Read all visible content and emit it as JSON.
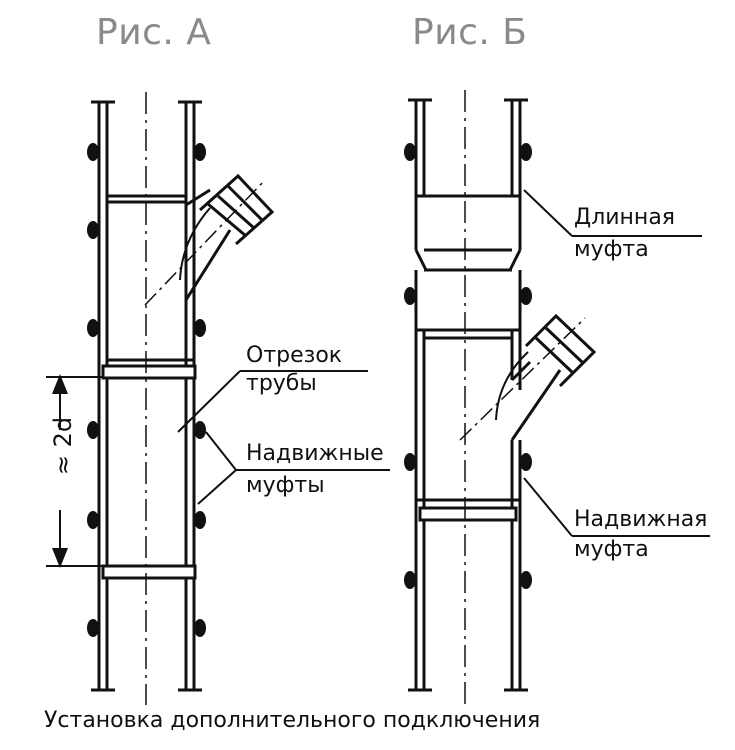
{
  "figure_a": {
    "title": "Рис. А",
    "label_segment_line1": "Отрезок",
    "label_segment_line2": "трубы",
    "label_couplings_line1": "Надвижные",
    "label_couplings_line2": "муфты",
    "dimension_label": "≈ 2d"
  },
  "figure_b": {
    "title": "Рис. Б",
    "label_long_line1": "Длинная",
    "label_long_line2": "муфта",
    "label_slide_line1": "Надвижная",
    "label_slide_line2": "муфта"
  },
  "caption": "Установка дополнительного подключения",
  "colors": {
    "line": "#111111",
    "title": "#8a8a8a"
  }
}
